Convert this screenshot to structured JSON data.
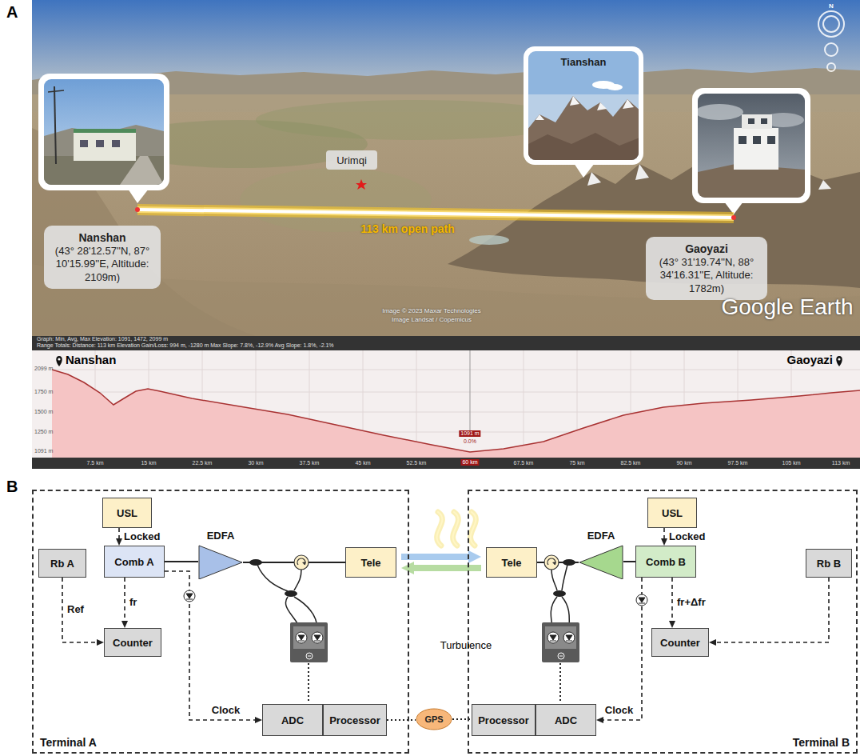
{
  "diagram": {
    "nodes": [
      {
        "text": [
          "Urimqi"
        ]
      },
      {
        "text": [
          "Tianshan"
        ]
      },
      {
        "text": [
          "Nanshan",
          "(43° 28'12.57''N, 87° 10'15.99''E, Altitude: 2109m)"
        ]
      },
      {
        "text": [
          "Gaoyazi",
          "(43° 31'19.74''N, 88° 34'16.31''E, Altitude: 1782m)"
        ]
      },
      {
        "text": [
          "Terminal A"
        ]
      },
      {
        "text": [
          "USL"
        ],
        "in": 4
      },
      {
        "text": [
          "Rb A"
        ],
        "in": 4
      },
      {
        "text": [
          "Comb A"
        ],
        "in": 4
      },
      {
        "text": [
          "EDFA"
        ],
        "in": 4
      },
      {
        "text": [
          "Tele"
        ],
        "in": 4
      },
      {
        "text": [
          "Counter"
        ],
        "in": 4
      },
      {
        "text": [
          "ADC"
        ],
        "in": 4
      },
      {
        "text": [
          "Processor"
        ],
        "in": 4
      },
      {
        "text": [
          "GPS"
        ]
      },
      {
        "text": [
          "Terminal B"
        ]
      },
      {
        "text": [
          "USL"
        ],
        "in": 14
      },
      {
        "text": [
          "Comb B"
        ],
        "in": 14
      },
      {
        "text": [
          "Rb B"
        ],
        "in": 14
      },
      {
        "text": [
          "EDFA"
        ],
        "in": 14
      },
      {
        "text": [
          "Tele"
        ],
        "in": 14
      },
      {
        "text": [
          "Counter"
        ],
        "in": 14
      },
      {
        "text": [
          "Processor"
        ],
        "in": 14
      },
      {
        "text": [
          "ADC"
        ],
        "in": 14
      }
    ],
    "edges": [
      {
        "from": 5,
        "to": 7,
        "arrow": "to",
        "label": "Locked"
      },
      {
        "from": 7,
        "to": 10,
        "arrow": "to",
        "label": "fr"
      },
      {
        "from": 6,
        "to": 10,
        "arrow": "to",
        "label": "Ref"
      },
      {
        "from": 7,
        "to": 8,
        "arrow": "none"
      },
      {
        "from": 8,
        "to": 9,
        "arrow": "none"
      },
      {
        "from": 7,
        "to": 11,
        "arrow": "to",
        "label": "Clock"
      },
      {
        "from": 12,
        "to": 13,
        "arrow": "none"
      },
      {
        "from": 13,
        "to": 21,
        "arrow": "none"
      },
      {
        "from": 9,
        "to": 19,
        "arrow": "to"
      },
      {
        "from": 19,
        "to": 9,
        "arrow": "to"
      },
      {
        "from": 15,
        "to": 16,
        "arrow": "to",
        "label": "Locked"
      },
      {
        "from": 16,
        "to": 20,
        "arrow": "to",
        "label": "fr+Δfr"
      },
      {
        "from": 17,
        "to": 20,
        "arrow": "to"
      },
      {
        "from": 16,
        "to": 18,
        "arrow": "none"
      },
      {
        "from": 18,
        "to": 19,
        "arrow": "none"
      },
      {
        "from": 16,
        "to": 22,
        "arrow": "to",
        "label": "Clock"
      }
    ],
    "labels": [
      "A",
      "N",
      "113 km open path",
      "Image © 2023 Maxar Technologies",
      "Image Landsat / Copernicus",
      "Google Earth",
      "Graph: Min, Avg, Max Elevation: 1091, 1472, 2099 m",
      "Range Totals: Distance: 113 km Elevation Gain/Loss: 994 m, -1280 m Max Slope: 7.8%, -12.9% Avg Slope: 1.8%, -2.1%",
      "2099 m",
      "1750 m",
      "1500 m",
      "1250 m",
      "1091 m",
      "Nanshan",
      "Gaoyazi",
      "1091 m",
      "0.0%",
      "60 km",
      "7.5 km",
      "15 km",
      "22.5 km",
      "30 km",
      "37.5 km",
      "45 km",
      "52.5 km",
      "67.5 km",
      "75 km",
      "82.5 km",
      "90 km",
      "97.5 km",
      "105 km",
      "113 km",
      "B",
      "Turbulence"
    ]
  }
}
